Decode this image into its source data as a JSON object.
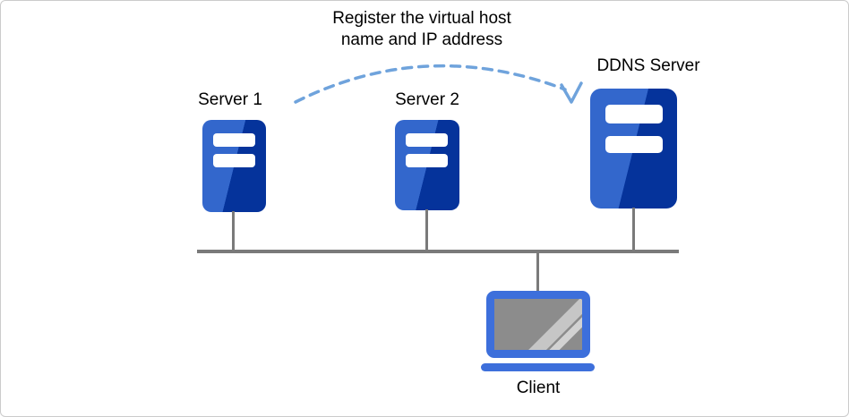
{
  "annotation": {
    "line1": "Register the virtual host",
    "line2": "name and IP address"
  },
  "nodes": {
    "server1": {
      "label": "Server 1",
      "icon": "server-icon"
    },
    "server2": {
      "label": "Server 2",
      "icon": "server-icon"
    },
    "ddns": {
      "label": "DDNS Server",
      "icon": "server-icon"
    },
    "client": {
      "label": "Client",
      "icon": "laptop-icon"
    }
  },
  "connections": {
    "type": "bus-network",
    "bus_members": [
      "server1",
      "server2",
      "ddns",
      "client"
    ],
    "arrow": {
      "style": "dashed-curved-arrow",
      "from": "server1",
      "to": "ddns",
      "meaning": "Register the virtual host name and IP address"
    }
  },
  "colors": {
    "server_light_blue": "#3367CC",
    "server_dark_blue": "#05339B",
    "laptop_blue": "#3D6FDB",
    "line_gray": "#7A7A7A",
    "arrow_blue": "#6FA3DC",
    "screen_gray": "#8C8C8C",
    "text": "#000000",
    "canvas_border": "#CBCBCB"
  }
}
